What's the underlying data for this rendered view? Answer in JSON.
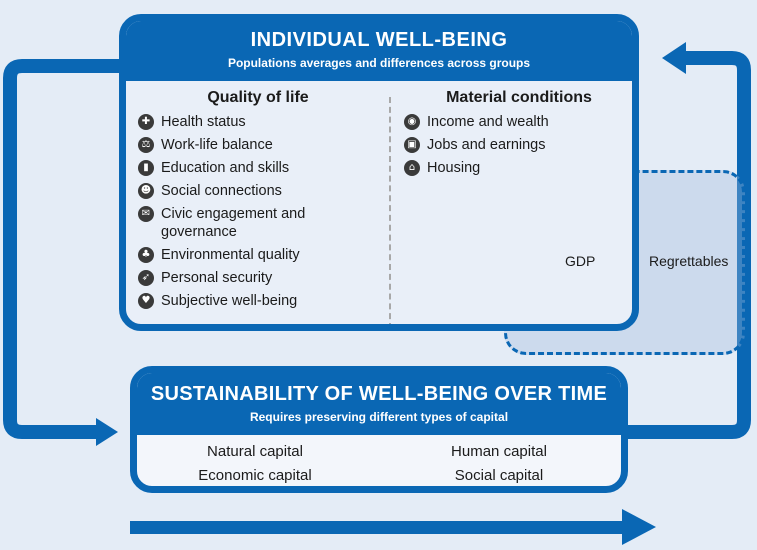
{
  "well_being": {
    "title": "INDIVIDUAL WELL-BEING",
    "subtitle": "Populations averages and differences across groups",
    "quality_of_life": {
      "heading": "Quality of life",
      "items": [
        {
          "icon": "health-icon",
          "label": "Health status"
        },
        {
          "icon": "balance-scale-icon",
          "label": "Work-life balance"
        },
        {
          "icon": "book-icon",
          "label": "Education and skills"
        },
        {
          "icon": "people-icon",
          "label": "Social connections"
        },
        {
          "icon": "ballot-icon",
          "label": "Civic engagement and governance"
        },
        {
          "icon": "tree-icon",
          "label": "Environmental quality"
        },
        {
          "icon": "runner-icon",
          "label": "Personal security"
        },
        {
          "icon": "heart-icon",
          "label": "Subjective well-being"
        }
      ]
    },
    "material_conditions": {
      "heading": "Material conditions",
      "items": [
        {
          "icon": "coins-icon",
          "label": "Income and wealth"
        },
        {
          "icon": "briefcase-icon",
          "label": "Jobs and earnings"
        },
        {
          "icon": "house-icon",
          "label": "Housing"
        }
      ]
    }
  },
  "gdp_overlay": {
    "gdp_label": "GDP",
    "regrettables_label": "Regrettables"
  },
  "sustainability": {
    "title": "SUSTAINABILITY OF WELL-BEING OVER TIME",
    "subtitle": "Requires preserving different types of capital",
    "capitals": [
      "Natural capital",
      "Human capital",
      "Economic capital",
      "Social capital"
    ]
  },
  "colors": {
    "accent": "#0a67b4",
    "background": "#e4ecf6",
    "text": "#1b1b1b",
    "icon": "#3a3a3a"
  }
}
